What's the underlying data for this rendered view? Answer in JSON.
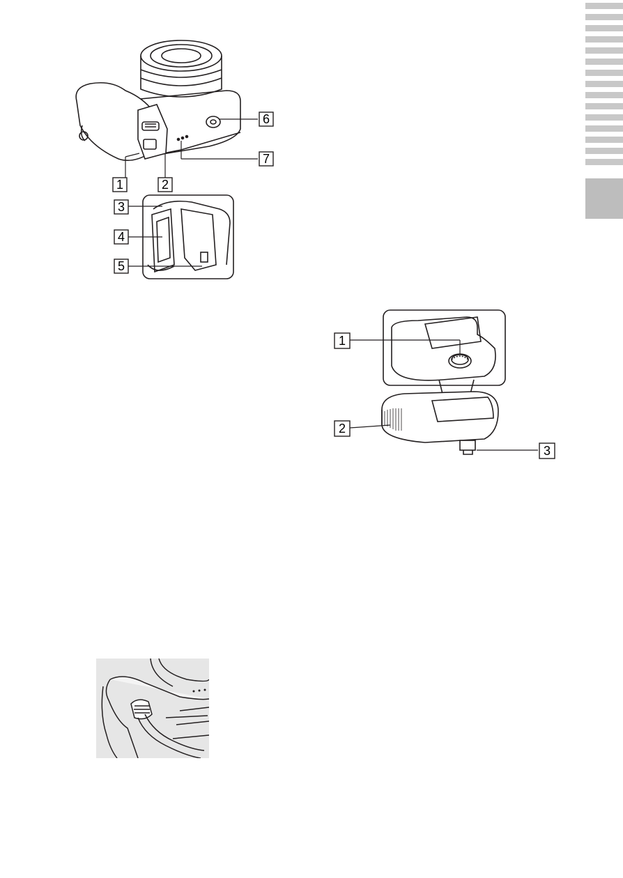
{
  "figure_top": {
    "callouts": [
      "1",
      "2",
      "3",
      "4",
      "5",
      "6",
      "7"
    ]
  },
  "figure_flash": {
    "callouts": [
      "1",
      "2",
      "3"
    ]
  },
  "section_tabs": {
    "count": 14,
    "active_index": 14
  },
  "colors": {
    "line": "#231f20",
    "tab": "#c8c8c8",
    "tab_active": "#bdbdbd",
    "photo_bg": "#e6e6e6"
  }
}
